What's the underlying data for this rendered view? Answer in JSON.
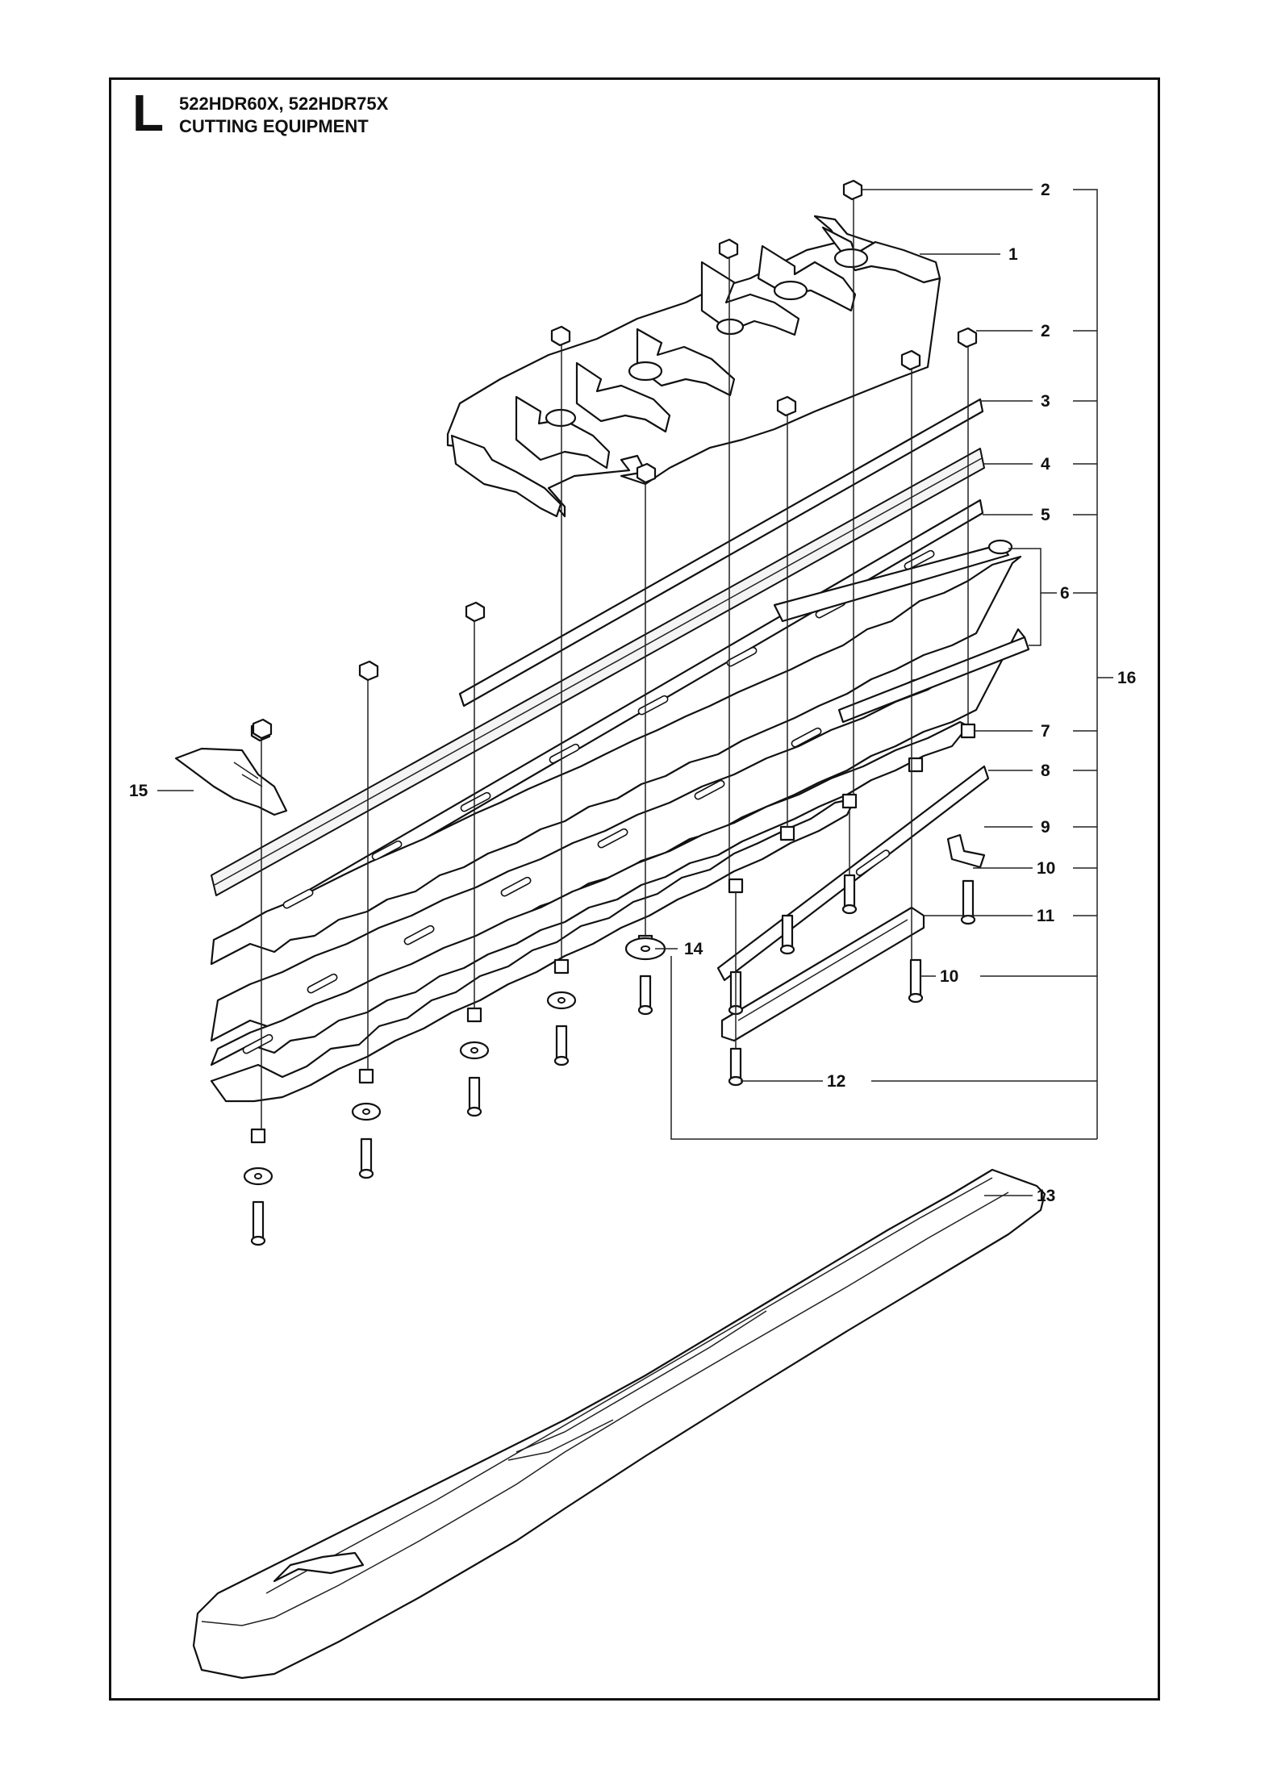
{
  "header": {
    "section_letter": "L",
    "models": "522HDR60X, 522HDR75X",
    "title": "CUTTING EQUIPMENT"
  },
  "callouts": [
    "1",
    "2",
    "2",
    "3",
    "4",
    "5",
    "6",
    "7",
    "8",
    "9",
    "10",
    "10",
    "11",
    "12",
    "13",
    "14",
    "15",
    "16"
  ],
  "colors": {
    "line": "#111111",
    "fill": "#ffffff"
  }
}
